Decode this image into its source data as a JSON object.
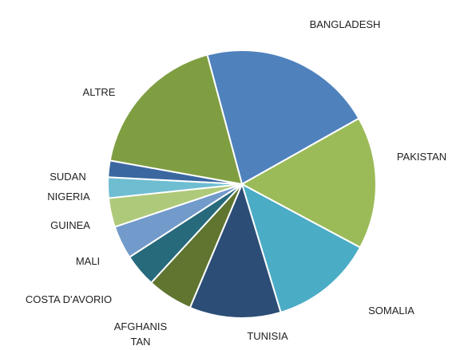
{
  "chart_data": {
    "type": "pie",
    "title": "",
    "start_angle_deg": -105,
    "direction": "clockwise",
    "slices": [
      {
        "label": "BANGLADESH",
        "value": 21,
        "color": "#4f81bd"
      },
      {
        "label": "PAKISTAN",
        "value": 16,
        "color": "#9bbb59"
      },
      {
        "label": "SOMALIA",
        "value": 12.5,
        "color": "#4bacc6"
      },
      {
        "label": "TUNISIA",
        "value": 11,
        "color": "#2c4d75"
      },
      {
        "label": "AFGHANIS\nTAN",
        "value": 5.5,
        "color": "#5f7530"
      },
      {
        "label": "COSTA D'AVORIO",
        "value": 4,
        "color": "#276a7c"
      },
      {
        "label": "MALI",
        "value": 4,
        "color": "#729aca"
      },
      {
        "label": "GUINEA",
        "value": 3.5,
        "color": "#afc97a"
      },
      {
        "label": "NIGERIA",
        "value": 2.5,
        "color": "#6fbdd1"
      },
      {
        "label": "SUDAN",
        "value": 2,
        "color": "#3a67a0"
      },
      {
        "label": "ALTRE",
        "value": 18,
        "color": "#7f9e41"
      }
    ]
  }
}
